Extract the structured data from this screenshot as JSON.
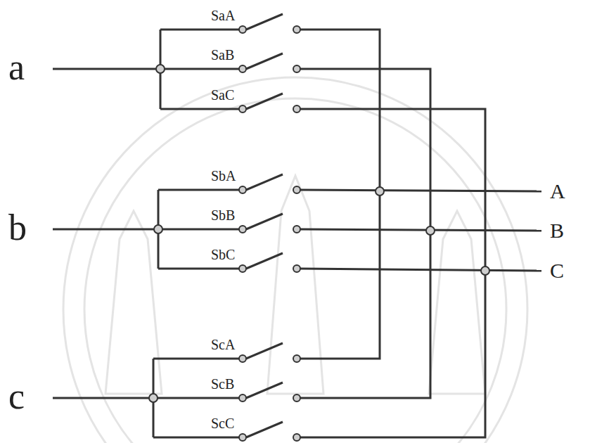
{
  "diagram": {
    "labels": [
      "a",
      "b",
      "c",
      "A",
      "B",
      "C",
      "SaA",
      "SaB",
      "SaC",
      "SbA",
      "SbB",
      "SbC",
      "ScA",
      "ScB",
      "ScC"
    ]
  }
}
